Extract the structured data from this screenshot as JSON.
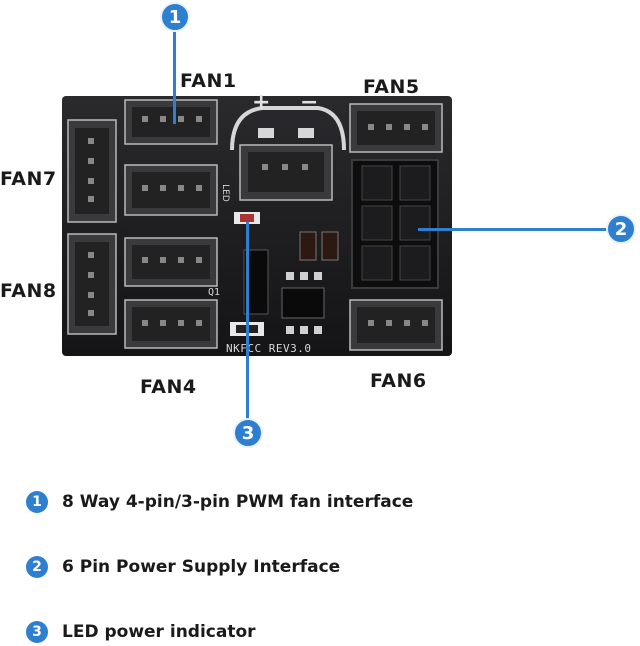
{
  "fan_labels": {
    "fan1": "FAN1",
    "fan5": "FAN5",
    "fan7": "FAN7",
    "fan8": "FAN8",
    "fan4": "FAN4",
    "fan6": "FAN6"
  },
  "board": {
    "silk_led": "LED",
    "silk_q1": "Q1",
    "silk_model": "NKFCC REV3.0",
    "plus": "+",
    "minus": "−"
  },
  "callouts": {
    "c1": "1",
    "c2": "2",
    "c3": "3"
  },
  "legend": [
    {
      "num": "1",
      "text": "8 Way 4-pin/3-pin PWM fan interface"
    },
    {
      "num": "2",
      "text": "6 Pin Power Supply Interface"
    },
    {
      "num": "3",
      "text": "LED power indicator"
    }
  ],
  "colors": {
    "accent": "#2f7fd1",
    "board": "#1b1b1d"
  }
}
